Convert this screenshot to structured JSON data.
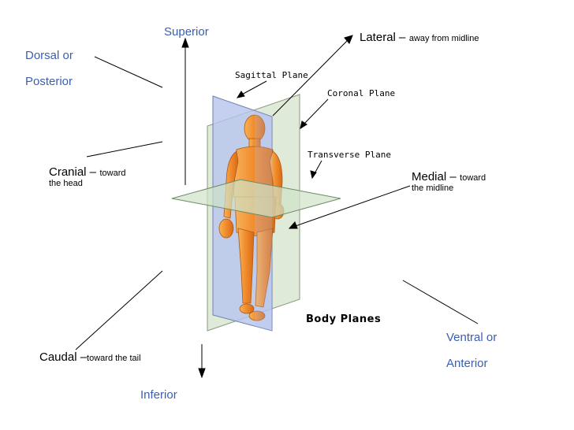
{
  "labels": {
    "superior": "Superior",
    "inferior": "Inferior",
    "dorsal_line1": "Dorsal or",
    "dorsal_line2": "Posterior",
    "ventral_line1": "Ventral or",
    "ventral_line2": "Anterior",
    "lateral_term": "Lateral –",
    "lateral_desc": "away from midline",
    "medial_term": "Medial –",
    "medial_desc_line1": "toward",
    "medial_desc_line2": "the midline",
    "cranial_term": "Cranial –",
    "cranial_desc_line1": "toward",
    "cranial_desc_line2": "the head",
    "caudal_term": "Caudal –",
    "caudal_desc": "toward the tail"
  },
  "planes": {
    "sagittal": "Sagittal Plane",
    "coronal": "Coronal Plane",
    "transverse": "Transverse Plane"
  },
  "title": "Body Planes",
  "colors": {
    "term_blue": "#3a5fb0",
    "sagittal_plane": "#b8c6ec",
    "coronal_plane": "#d2e1cc",
    "transverse_plane": "#cfe2c8",
    "skin": "#f0a040"
  }
}
